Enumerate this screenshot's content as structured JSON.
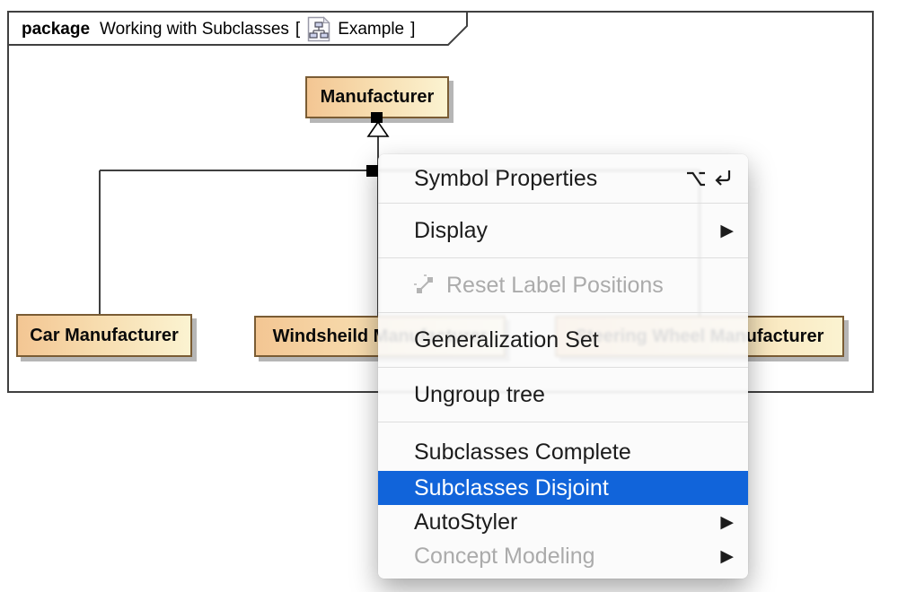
{
  "frame": {
    "keyword": "package",
    "title": "Working with Subclasses",
    "bracket_open": "[",
    "bracket_close": "]",
    "diagram_name": "Example",
    "diagram_icon": "package-diagram-icon"
  },
  "diagram": {
    "superclass": {
      "name": "Manufacturer"
    },
    "subclasses": [
      {
        "name": "Car Manufacturer"
      },
      {
        "name": "Windsheild Manufacturer"
      },
      {
        "name": "Steering Wheel Manufacturer"
      }
    ],
    "relation": "generalization-tree"
  },
  "context_menu": {
    "submenu_arrow": "▶",
    "items": [
      {
        "label": "Symbol Properties",
        "shortcut": "⌥⏎"
      },
      {
        "label": "Display",
        "has_submenu": true
      },
      {
        "label": "Reset Label Positions",
        "disabled": true,
        "icon": "reset-label-positions-icon"
      },
      {
        "label": "Generalization Set"
      },
      {
        "label": "Ungroup tree"
      },
      {
        "label": "Subclasses Complete"
      },
      {
        "label": "Subclasses Disjoint",
        "highlighted": true
      },
      {
        "label": "AutoStyler",
        "has_submenu": true
      },
      {
        "label": "Concept Modeling",
        "disabled": true,
        "has_submenu": true
      }
    ]
  },
  "colors": {
    "class_fill_left": "#F3C693",
    "class_fill_right": "#FBF3D1",
    "class_border": "#7A5C34",
    "frame_border": "#404040",
    "menu_highlight": "#1164DA",
    "menu_disabled_text": "#ABABAB",
    "box_shadow": "#B6B6B6"
  }
}
